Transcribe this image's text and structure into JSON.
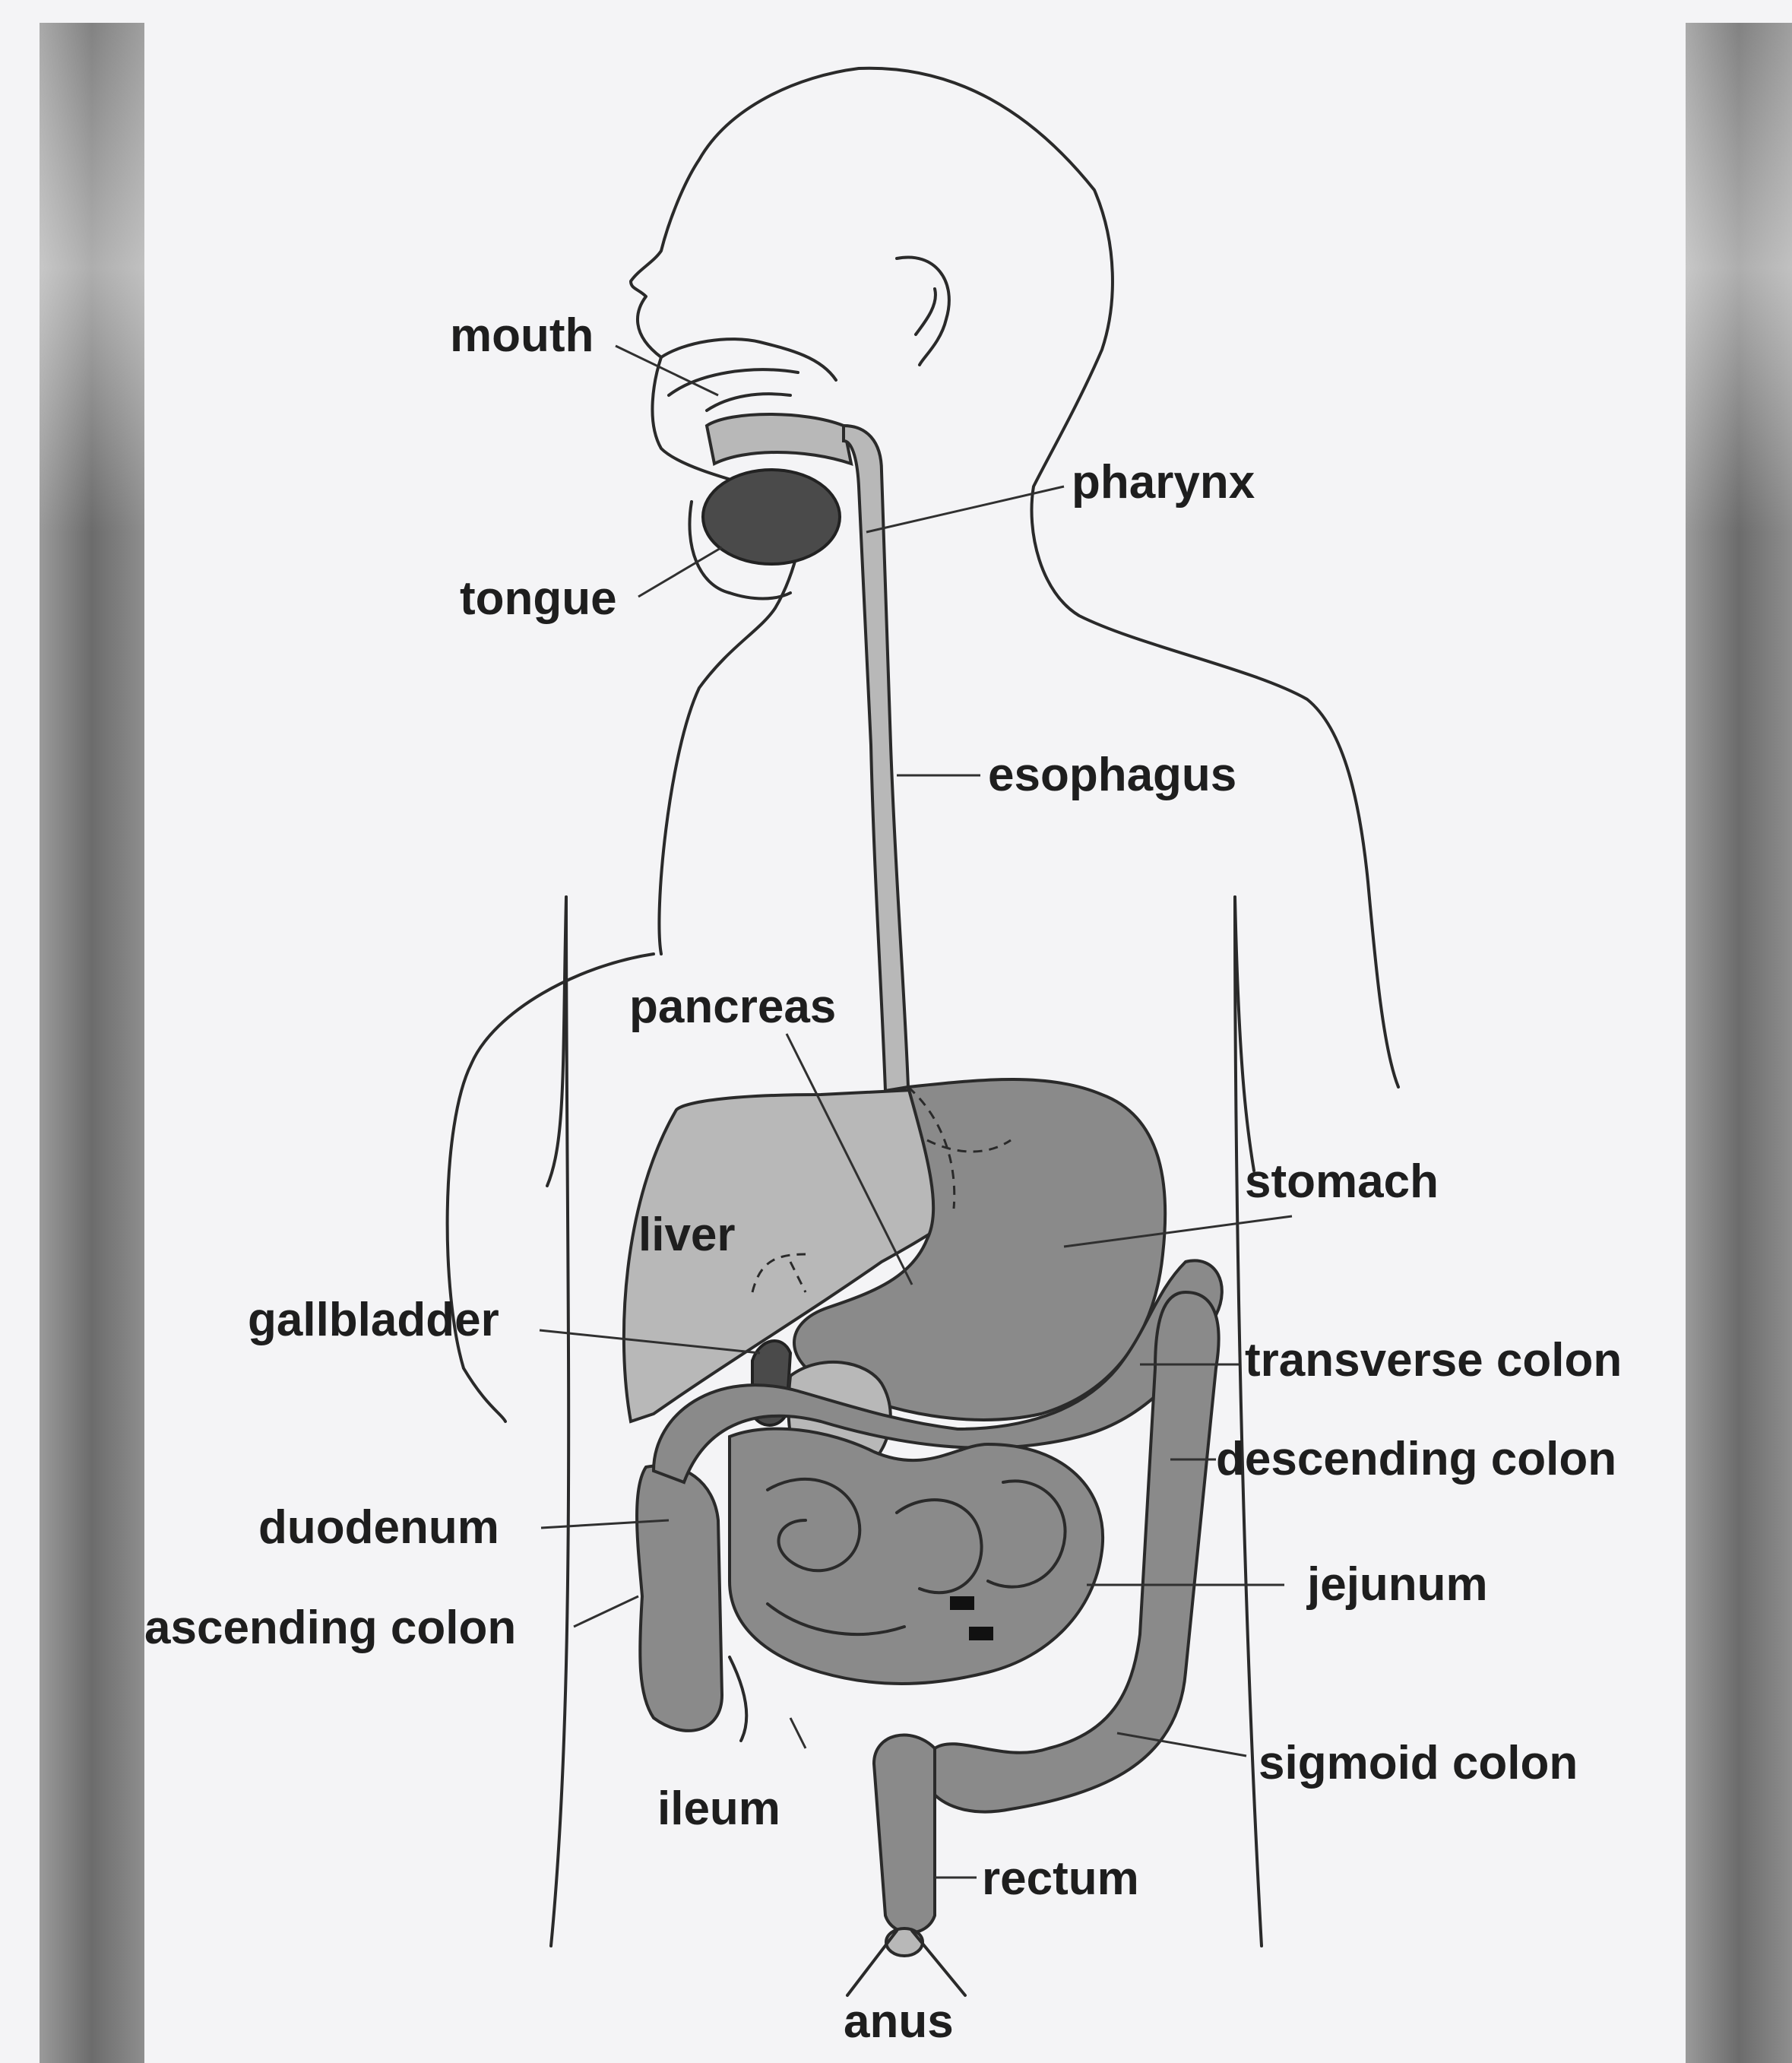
{
  "labels": {
    "mouth": "mouth",
    "pharynx": "pharynx",
    "tongue": "tongue",
    "esophagus": "esophagus",
    "pancreas": "pancreas",
    "stomach": "stomach",
    "liver": "liver",
    "gallbladder": "gallbladder",
    "transverse_colon": "transverse colon",
    "descending_colon": "descending colon",
    "duodenum": "duodenum",
    "jejunum": "jejunum",
    "ascending_colon": "ascending colon",
    "sigmoid_colon": "sigmoid colon",
    "ileum": "ileum",
    "rectum": "rectum",
    "anus": "anus"
  }
}
